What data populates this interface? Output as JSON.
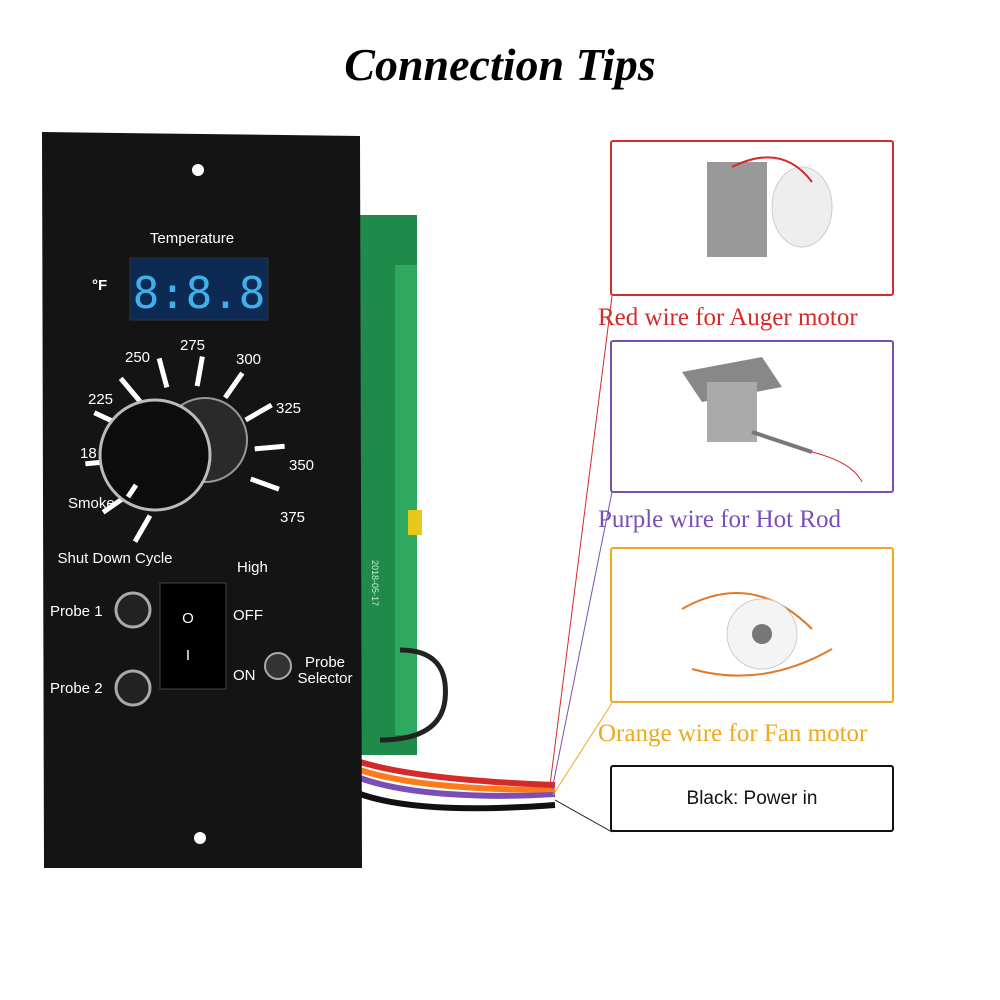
{
  "title": "Connection Tips",
  "panel": {
    "temperature_label": "Temperature",
    "unit": "°F",
    "display": "8:8.8",
    "dial": [
      "Shut Down Cycle",
      "Smoke",
      "18",
      "225",
      "250",
      "275",
      "300",
      "325",
      "350",
      "375",
      "High"
    ],
    "probe1": "Probe 1",
    "probe2": "Probe 2",
    "off": "OFF",
    "on": "ON",
    "switch_off_mark": "O",
    "switch_on_mark": "I",
    "probe_selector_1": "Probe",
    "probe_selector_2": "Selector",
    "pcb_text": "2018-05-17"
  },
  "connections": [
    {
      "caption": "Red wire for Auger motor",
      "color": "#d42a2a"
    },
    {
      "caption": "Purple wire for Hot Rod",
      "color": "#7a4fb5"
    },
    {
      "caption": "Orange wire for Fan motor",
      "color": "#f0a81c"
    },
    {
      "caption": "Black: Power in",
      "color": "#111111"
    }
  ]
}
